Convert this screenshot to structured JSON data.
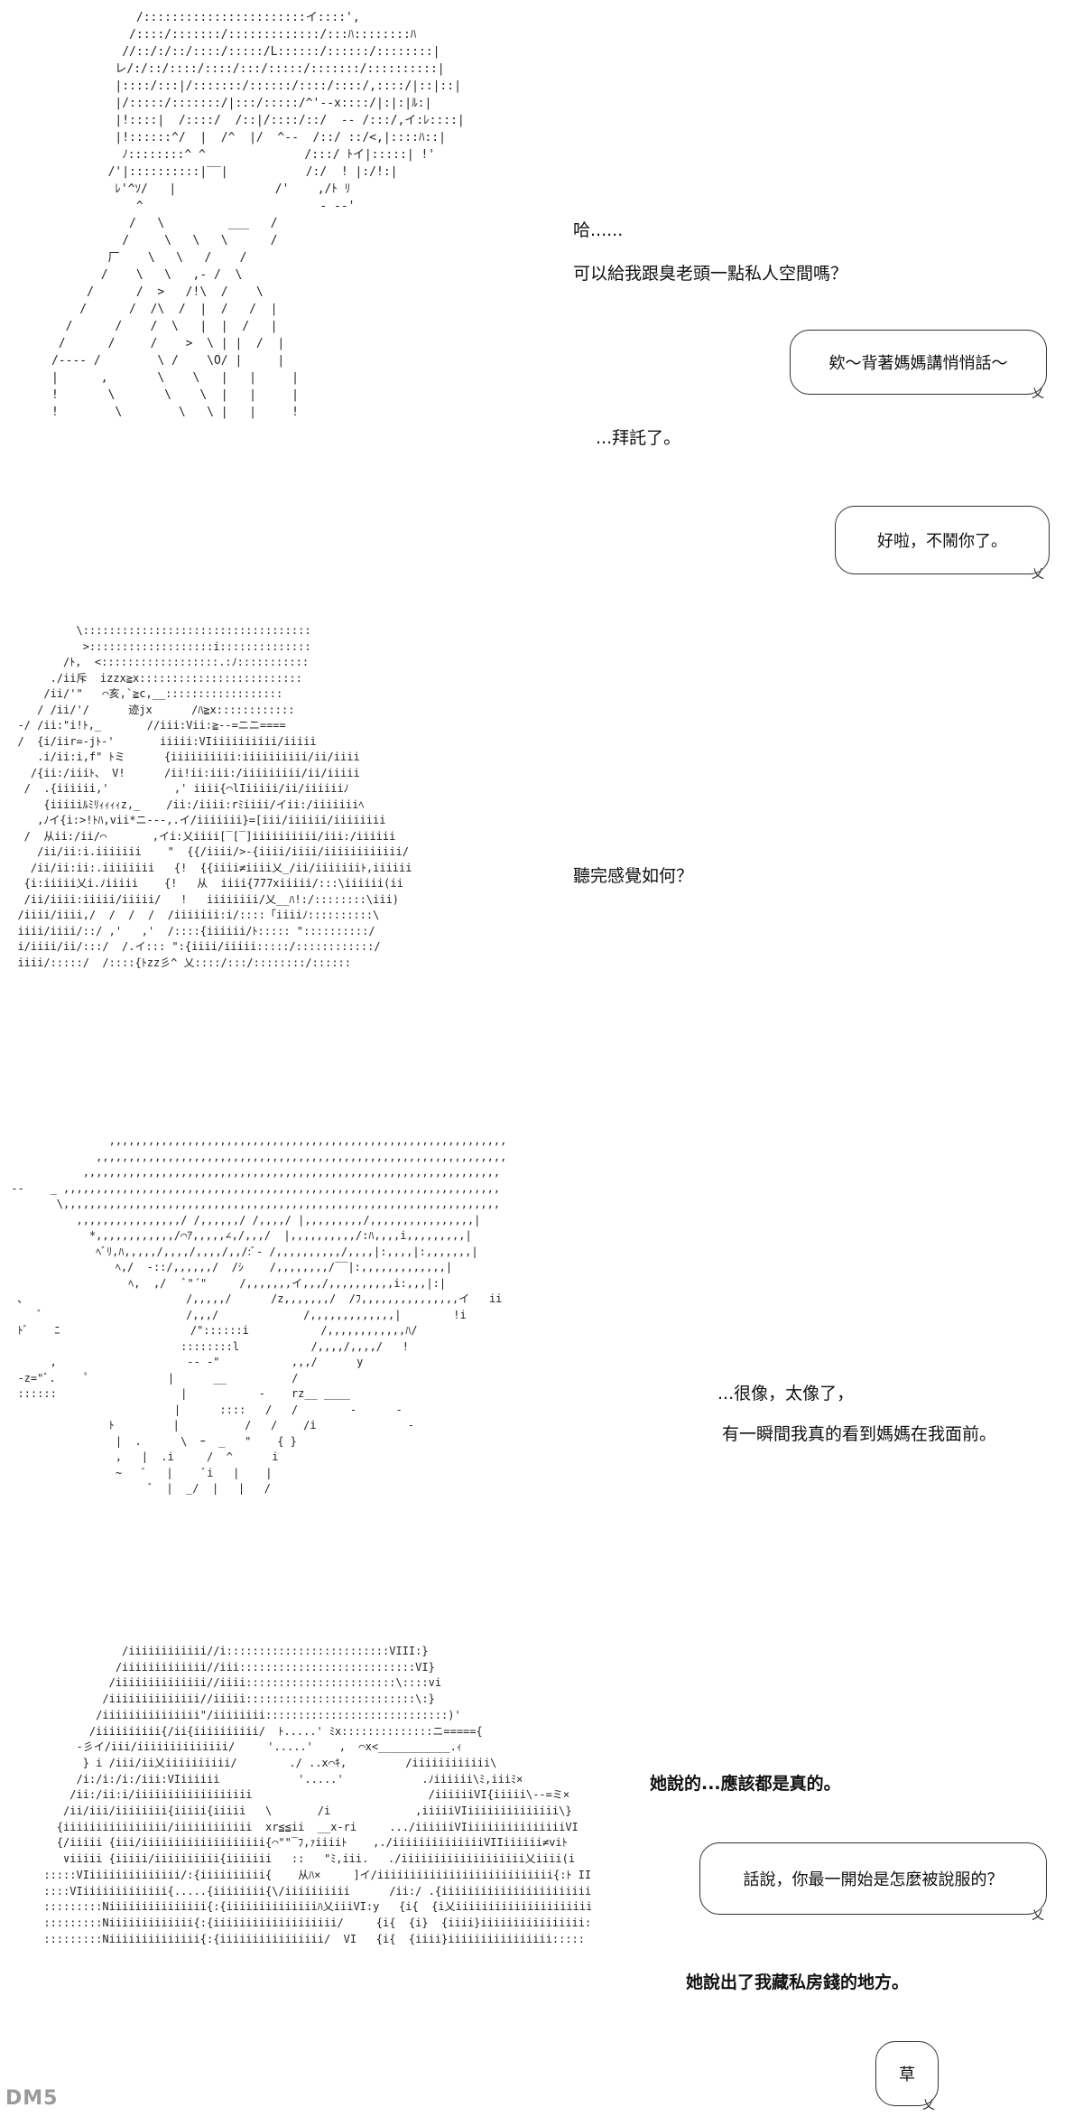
{
  "panels": [
    {
      "id": "panel-1",
      "lines": [
        "哈......",
        "可以給我跟臭老頭一點私人空間嗎？",
        "...拜託了。"
      ],
      "bubbles": [
        "欸～背著媽媽講悄悄話～",
        "好啦，不鬧你了。"
      ]
    },
    {
      "id": "panel-2",
      "lines": [
        "聽完感覺如何？"
      ]
    },
    {
      "id": "panel-3",
      "lines": [
        "...很像，太像了，",
        "有一瞬間我真的看到媽媽在我面前。"
      ]
    },
    {
      "id": "panel-4",
      "lines": [
        "她說的...應該都是真的。",
        "她說出了我藏私房錢的地方。"
      ],
      "bubbles": [
        "話說，你最一開始是怎麼被說服的？",
        "草"
      ]
    }
  ],
  "watermark": "DM5"
}
